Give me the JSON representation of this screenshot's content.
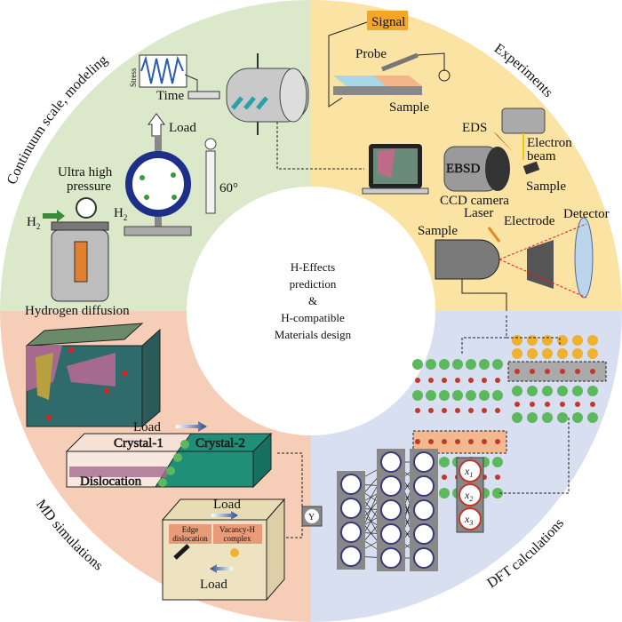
{
  "center": {
    "lines": [
      "H-Effects",
      "prediction",
      "&",
      "H-compatible",
      "Materials design"
    ]
  },
  "quadrants": {
    "continuum": {
      "title": "Continuum scale, modeling",
      "color": "#dbe8c9"
    },
    "experiments": {
      "title": "Experiments",
      "color": "#fbe3a4"
    },
    "md": {
      "title": "MD simulations",
      "color": "#f6ceb8"
    },
    "dft": {
      "title": "DFT calculations",
      "color": "#d7dff0"
    }
  },
  "continuum_labels": {
    "stress": "Stress",
    "time": "Time",
    "load": "Load",
    "pressure_1": "Ultra high",
    "pressure_2": "pressure",
    "h2_left": "H",
    "h2_left_sub": "2",
    "h2_mid": "H",
    "h2_mid_sub": "2",
    "angle": "60°",
    "hydrogen_diffusion": "Hydrogen diffusion"
  },
  "experiment_labels": {
    "signal": "Signal",
    "probe": "Probe",
    "sample_top": "Sample",
    "eds": "EDS",
    "electron_1": "Electron",
    "electron_2": "beam",
    "ebsd": "EBSD",
    "sample_sem": "Sample",
    "ccd": "CCD camera",
    "laser": "Laser",
    "sample_apt": "Sample",
    "electrode": "Electrode",
    "detector": "Detector"
  },
  "md_labels": {
    "load_1": "Load",
    "crystal_1": "Crystal-1",
    "crystal_2": "Crystal-2",
    "dislocation": "Dislocation",
    "load_2": "Load",
    "edge_1": "Edge",
    "edge_2": "dislocation",
    "vac_1": "Vacancy-H",
    "vac_2": "complex",
    "load_3": "Load"
  },
  "dft_labels": {
    "y": "Y",
    "x1": "x",
    "x1_sub": "1",
    "x2": "x",
    "x2_sub": "2",
    "x3": "x",
    "x3_sub": "3"
  },
  "colors": {
    "signal_box": "#f5a623",
    "teal": "#1f8f78",
    "purple": "#a56a8e",
    "node_ring": "#3a3a7a",
    "atom_green": "#5cb85c",
    "atom_orange": "#f0b030",
    "atom_red": "#c0392b"
  }
}
